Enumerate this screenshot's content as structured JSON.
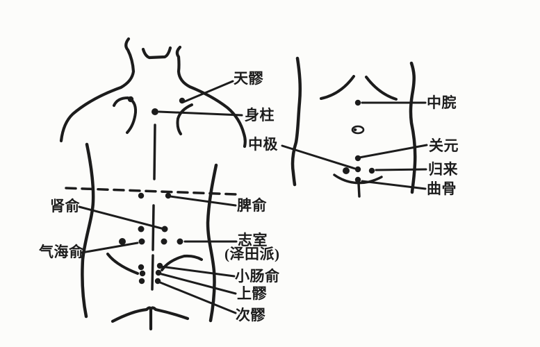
{
  "labels": {
    "tianliao": "天髎",
    "shenzhu": "身柱",
    "zhongji": "中极",
    "pishu": "脾俞",
    "shenshu": "肾俞",
    "qihaishu": "气海俞",
    "zhishi": "志室",
    "zhishi_note": "(泽田派)",
    "xiaochangshu": "小肠俞",
    "shangliao": "上髎",
    "ciliao": "次髎",
    "zhongwan": "中脘",
    "guanyuan": "关元",
    "guilai": "归来",
    "qugu": "曲骨"
  },
  "colors": {
    "ink": "#1c1c1c",
    "paper": "#fcfcfa"
  }
}
